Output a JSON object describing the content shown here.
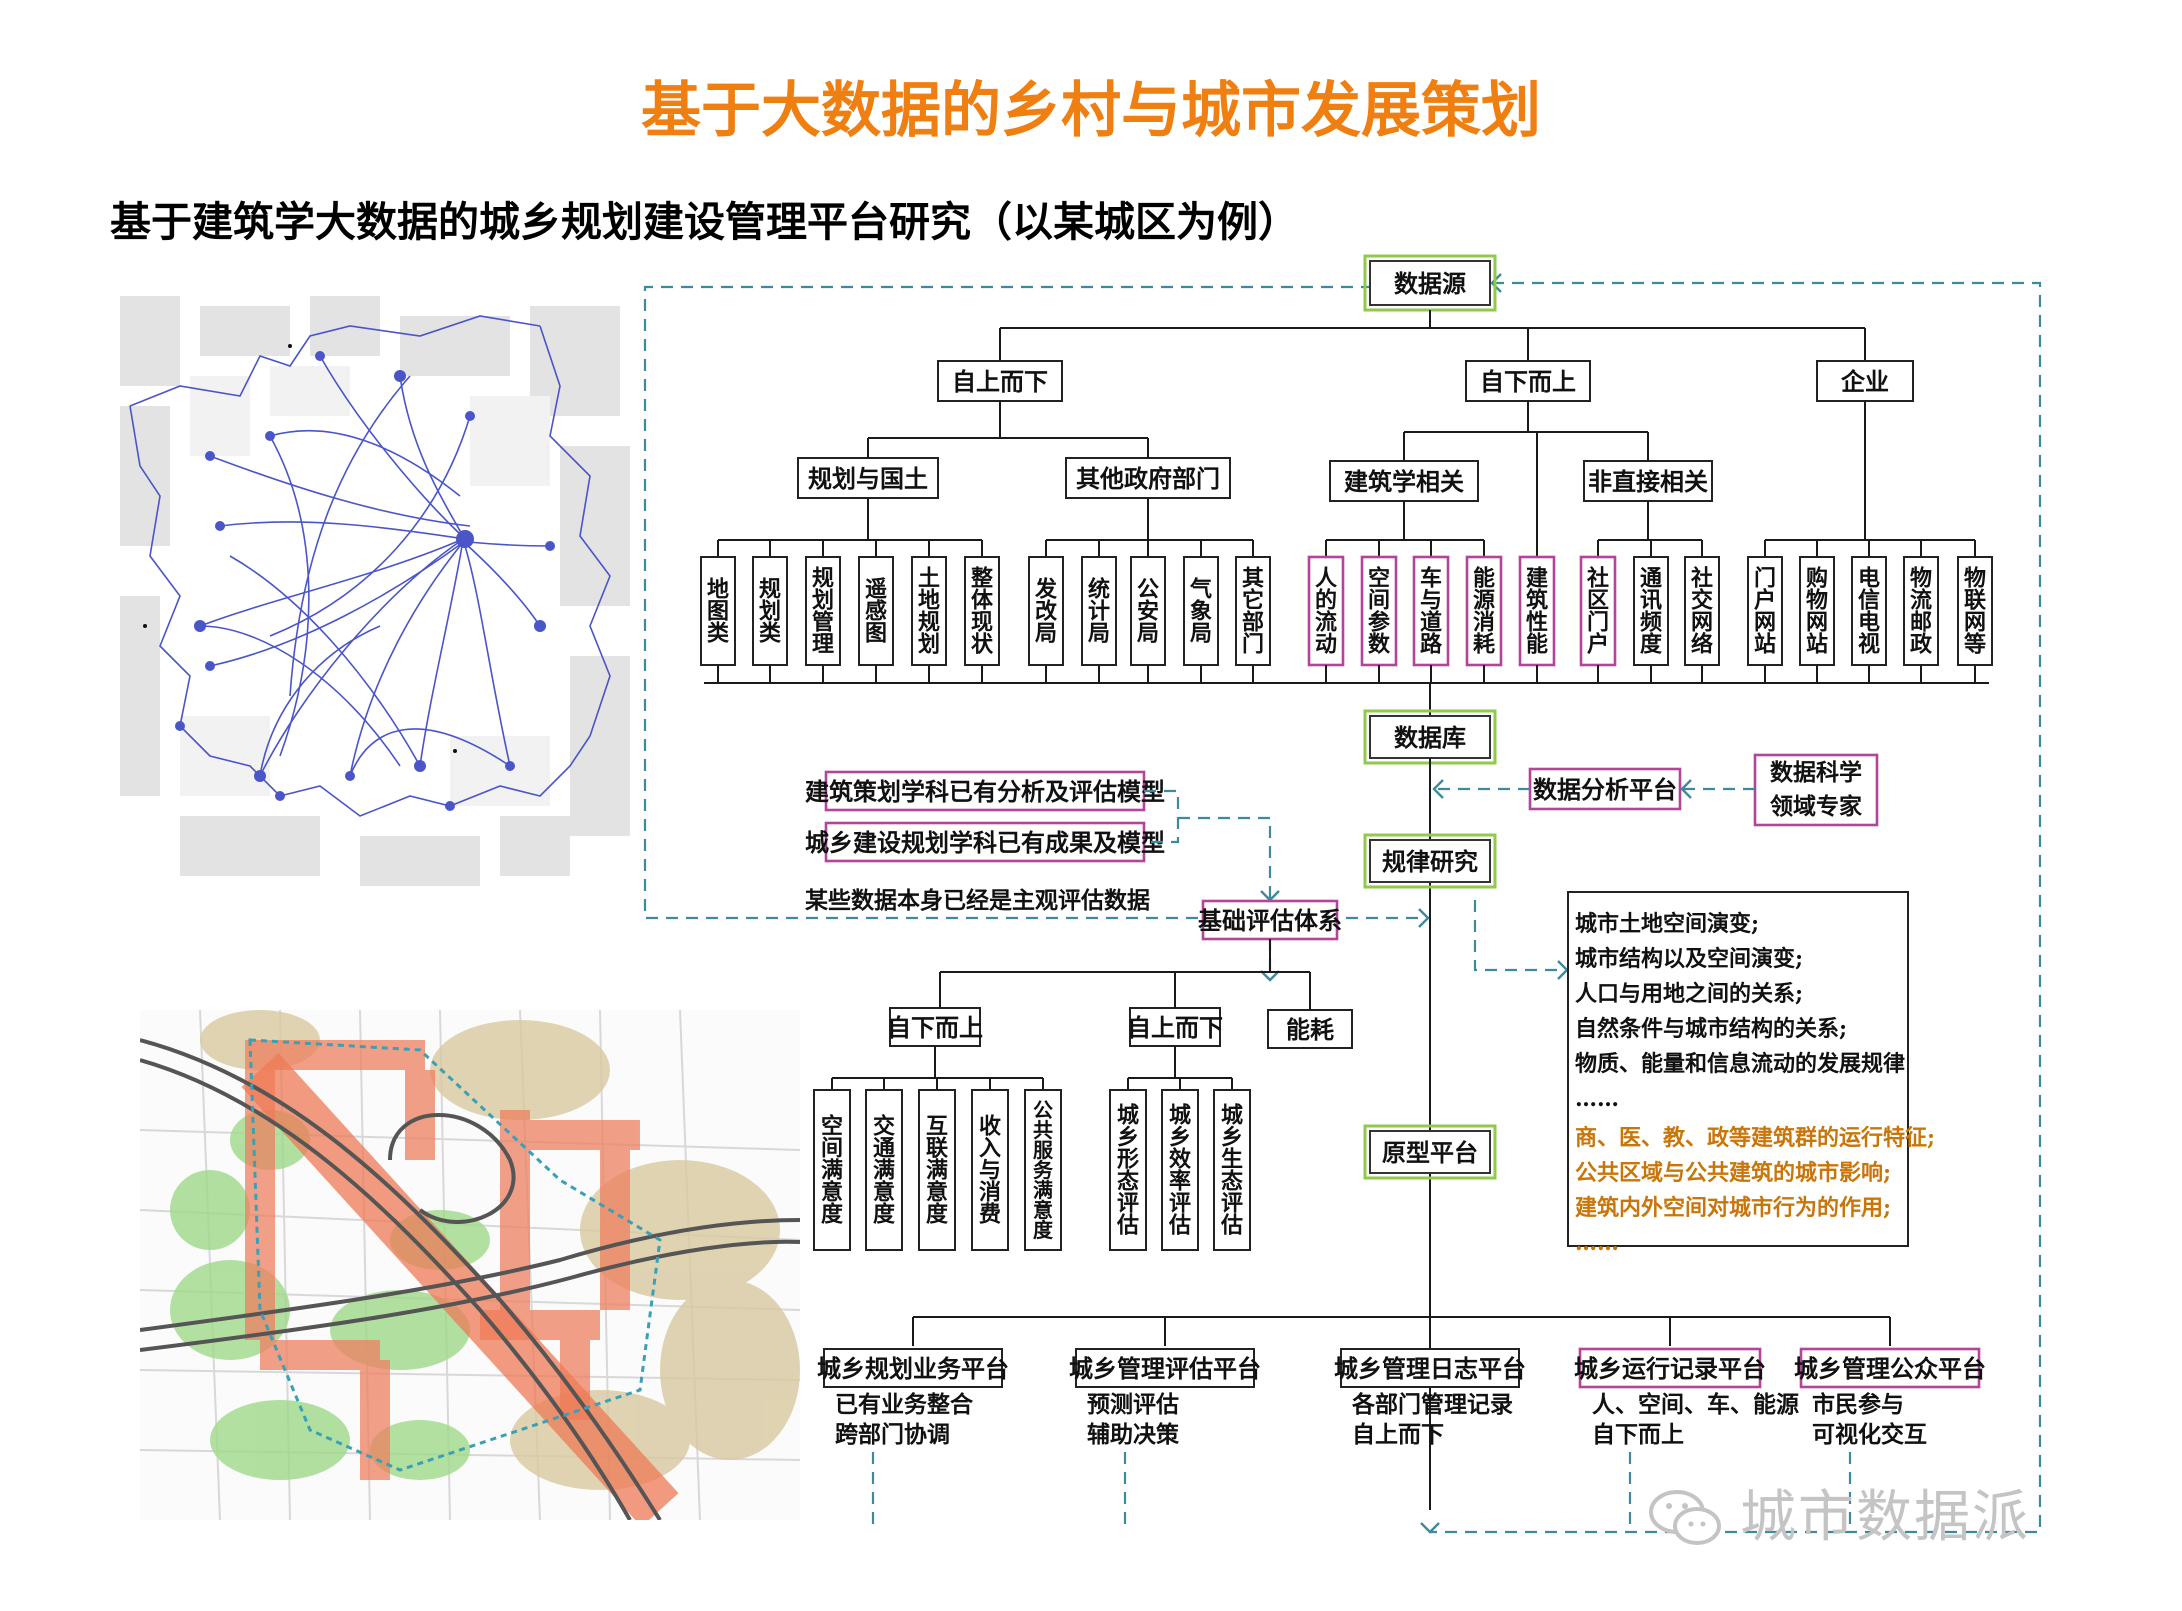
{
  "title": "基于大数据的乡村与城市发展策划",
  "subtitle": "基于建筑学大数据的城乡规划建设管理平台研究（以某城区为例）",
  "colors": {
    "title": "#f07f12",
    "dashed_line": "#3d8a9a",
    "green_border": "#8fca4a",
    "magenta_border": "#b2449a",
    "box_border": "#222222",
    "orange_text": "#c8760a",
    "watermark": "#c4c4c4"
  },
  "nodes": {
    "data_source": "数据源",
    "top_down": "自上而下",
    "bottom_up": "自下而上",
    "enterprise": "企业",
    "plan_land": "规划与国土",
    "other_gov": "其他政府部门",
    "arch_related": "建筑学相关",
    "indirect": "非直接相关",
    "database": "数据库",
    "analysis_platform": "数据分析平台",
    "data_science": "数据科学",
    "domain_expert": "领域专家",
    "law_research": "规律研究",
    "base_eval": "基础评估体系",
    "prototype": "原型平台",
    "existing_model": "建筑策划学科已有分析及评估模型",
    "existing_result": "城乡建设规划学科已有成果及模型",
    "subjective_note": "某些数据本身已经是主观评估数据",
    "eval_bottom_up": "自下而上",
    "eval_top_down": "自上而下",
    "energy": "能耗"
  },
  "leaves": {
    "plan": [
      "地图类",
      "规划类",
      "规划管理",
      "遥感图",
      "土地规划",
      "整体现状"
    ],
    "gov": [
      "发改局",
      "统计局",
      "公安局",
      "气象局",
      "其它部门"
    ],
    "arch": [
      "人的流动",
      "空间参数",
      "车与道路",
      "能源消耗",
      "建筑性能"
    ],
    "indirect": [
      "社区门户",
      "通讯频度",
      "社交网络"
    ],
    "enterprise": [
      "门户网站",
      "购物网站",
      "电信电视",
      "物流邮政",
      "物联网等"
    ],
    "eval_up": [
      "空间满意度",
      "交通满意度",
      "互联满意度",
      "收入与消费",
      "公共服务满意度"
    ],
    "eval_down": [
      "城乡形态评估",
      "城乡效率评估",
      "城乡生态评估"
    ]
  },
  "research_items": [
    "城市土地空间演变;",
    "城市结构以及空间演变;",
    "人口与用地之间的关系;",
    "自然条件与城市结构的关系;",
    "物质、能量和信息流动的发展规律",
    "……",
    "商、医、教、政等建筑群的运行特征;",
    "公共区域与公共建筑的城市影响;",
    "建筑内外空间对城市行为的作用;",
    "……"
  ],
  "platforms": [
    {
      "name": "城乡规划业务平台",
      "line1": "已有业务整合",
      "line2": "跨部门协调"
    },
    {
      "name": "城乡管理评估平台",
      "line1": "预测评估",
      "line2": "辅助决策"
    },
    {
      "name": "城乡管理日志平台",
      "line1": "各部门管理记录",
      "line2": "自上而下"
    },
    {
      "name": "城乡运行记录平台",
      "line1": "人、空间、车、能源",
      "line2": "自下而上"
    },
    {
      "name": "城乡管理公众平台",
      "line1": "市民参与",
      "line2": "可视化交互"
    }
  ],
  "watermark": "城市数据派"
}
